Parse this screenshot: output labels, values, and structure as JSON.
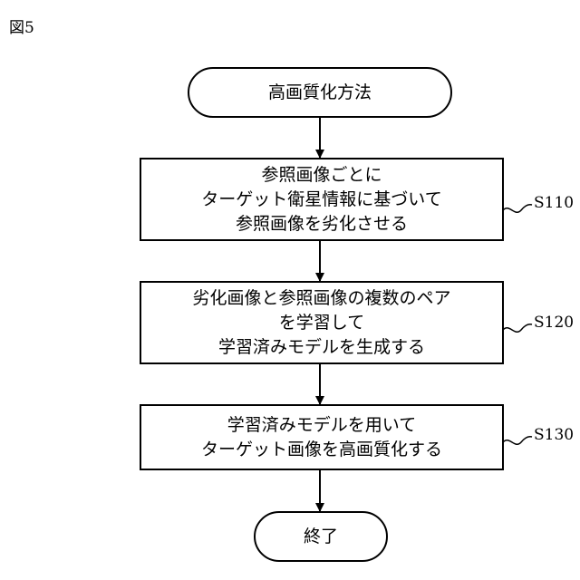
{
  "figure_label": "図5",
  "start": {
    "label": "高画質化方法"
  },
  "steps": [
    {
      "id": "S110",
      "lines": [
        "参照画像ごとに",
        "ターゲット衛星情報に基づいて",
        "参照画像を劣化させる"
      ]
    },
    {
      "id": "S120",
      "lines": [
        "劣化画像と参照画像の複数のペア",
        "を学習して",
        "学習済みモデルを生成する"
      ]
    },
    {
      "id": "S130",
      "lines": [
        "学習済みモデルを用いて",
        "ターゲット画像を高画質化する"
      ]
    }
  ],
  "end": {
    "label": "終了"
  },
  "colors": {
    "stroke": "#000000",
    "background": "#ffffff"
  }
}
